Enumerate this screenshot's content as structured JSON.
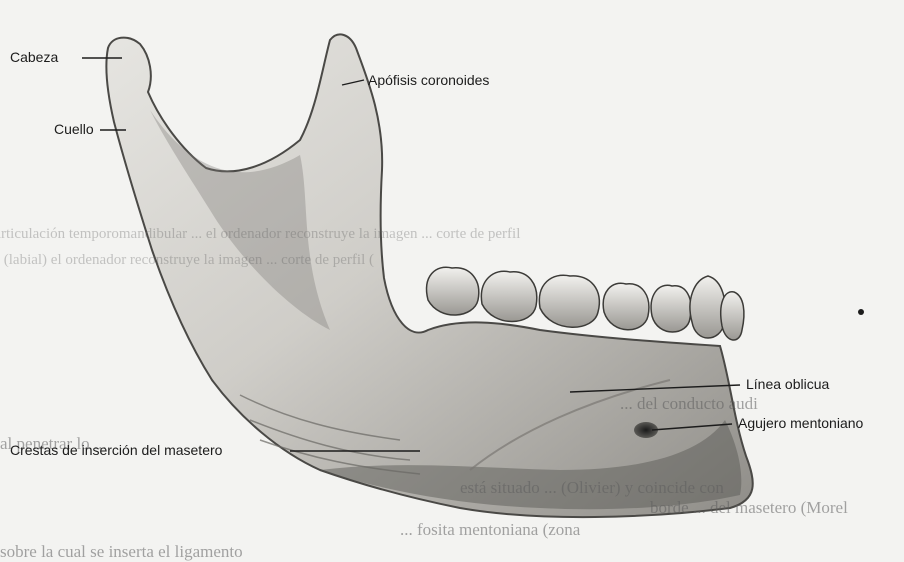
{
  "labels": {
    "cabeza": "Cabeza",
    "cuello": "Cuello",
    "apofisis": "Apófisis coronoides",
    "linea": "Línea oblicua",
    "agujero": "Agujero mentoniano",
    "crestas": "Crestas de inserción del masetero"
  },
  "bleed_through": {
    "top_line_1": "A la articulación temporomandibular ... el ordenador reconstruye la imagen ... corte de perfil",
    "top_line_2": "des (labial) el ordenador reconstruye la imagen ... corte de perfil (",
    "line_1": "... del conducto audi",
    "line_2": "al penetrar lo ...",
    "line_3": "está situado ... (Olivier) y coincide con",
    "line_4": "borde ... del masetero (Morel",
    "line_5": "... fosita mentoniana (zona",
    "line_6": "sobre la cual se inserta el ligamento"
  },
  "colors": {
    "background": "#f3f3f1",
    "bone_fill": "#cfcdc8",
    "bone_shadow": "#6e6c68",
    "ink": "#1c1c1c"
  }
}
